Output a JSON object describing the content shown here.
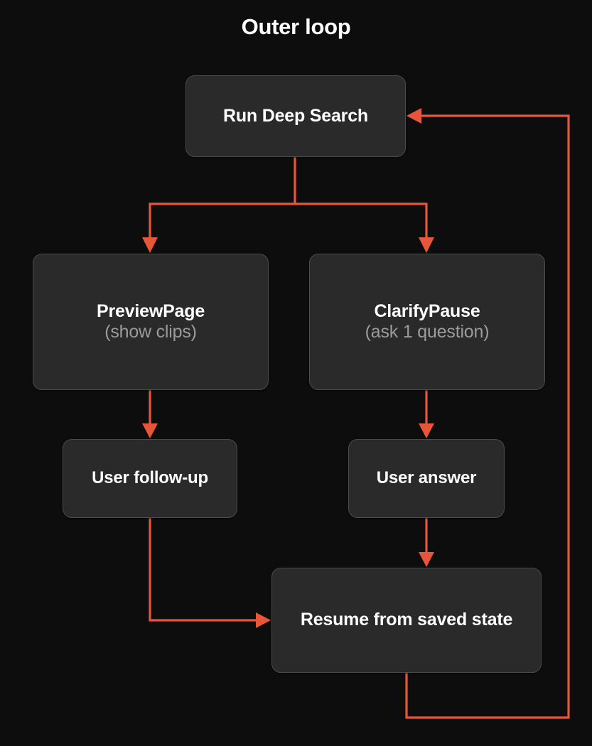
{
  "diagram": {
    "title": "Outer loop",
    "type": "flowchart",
    "background_color": "#0d0d0d",
    "node_fill_color": "#2a2a2a",
    "node_border_color": "#4c4c4c",
    "node_text_color": "#ffffff",
    "node_subtext_color": "#9b9b9b",
    "edge_color": "#e8563a",
    "nodes": [
      {
        "id": "run-deep-search",
        "title": "Run Deep Search",
        "subtitle": ""
      },
      {
        "id": "preview-page",
        "title": "PreviewPage",
        "subtitle": "(show clips)"
      },
      {
        "id": "clarify-pause",
        "title": "ClarifyPause",
        "subtitle": "(ask 1 question)"
      },
      {
        "id": "user-followup",
        "title": "User follow-up",
        "subtitle": ""
      },
      {
        "id": "user-answer",
        "title": "User answer",
        "subtitle": ""
      },
      {
        "id": "resume-state",
        "title": "Resume from saved state",
        "subtitle": ""
      }
    ],
    "edges": [
      {
        "id": "run-to-preview",
        "from": "run-deep-search",
        "to": "preview-page",
        "label": ""
      },
      {
        "id": "run-to-clarify",
        "from": "run-deep-search",
        "to": "clarify-pause",
        "label": ""
      },
      {
        "id": "preview-to-followup",
        "from": "preview-page",
        "to": "user-followup",
        "label": ""
      },
      {
        "id": "clarify-to-answer",
        "from": "clarify-pause",
        "to": "user-answer",
        "label": ""
      },
      {
        "id": "followup-to-resume",
        "from": "user-followup",
        "to": "resume-state",
        "label": ""
      },
      {
        "id": "answer-to-resume",
        "from": "user-answer",
        "to": "resume-state",
        "label": ""
      },
      {
        "id": "resume-to-run",
        "from": "resume-state",
        "to": "run-deep-search",
        "label": ""
      }
    ]
  }
}
